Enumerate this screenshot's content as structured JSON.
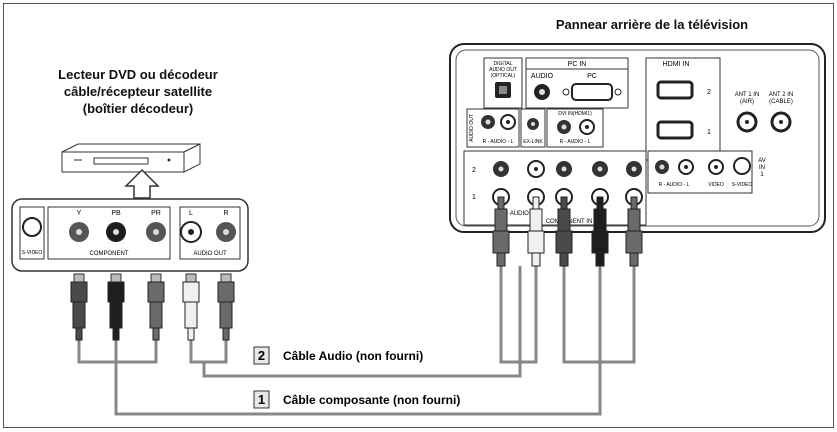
{
  "tv_panel": {
    "title": "Pannear arrière de la télévision",
    "digital_audio_out": [
      "DIGITAL",
      "AUDIO OUT",
      "(OPTICAL)"
    ],
    "pc_in": "PC IN",
    "audio": "AUDIO",
    "pc": "PC",
    "hdmi_in": "HDMI IN",
    "hdmi_1": "1",
    "hdmi_2": "2",
    "ant1": [
      "ANT 1 IN",
      "(AIR)"
    ],
    "ant2": [
      "ANT 2 IN",
      "(CABLE)"
    ],
    "audio_out_side": "AUDIO OUT",
    "audio_lr": "R - AUDIO - L",
    "ex_link": "EX-LINK",
    "dvi_in": "DVI IN(HDMI1)",
    "row_2": "2",
    "row_1": "1",
    "component_in": "COMPONENT IN",
    "video": "VIDEO",
    "s_video": "S-VIDEO",
    "av_in": [
      "AV",
      "IN",
      "1"
    ]
  },
  "dvd_box": {
    "title_lines": [
      "Lecteur DVD ou décodeur",
      "câble/récepteur satellite",
      "(boîtier décodeur)"
    ],
    "s_video": "S-VIDEO",
    "component": "COMPONENT",
    "audio_out": "AUDIO OUT",
    "ports_y": "Y",
    "ports_pb": "PB",
    "ports_pr": "PR",
    "ports_l": "L",
    "ports_r": "R"
  },
  "cables": {
    "audio_number": "2",
    "audio_label": "Câble Audio (non fourni)",
    "component_number": "1",
    "component_label": "Câble composante (non fourni)"
  },
  "colors": {
    "green": "#4a4a4a",
    "blue": "#1e1e1e",
    "red": "#6a6a6a",
    "white": "#f0f0f0",
    "panel_stroke": "#333333"
  }
}
